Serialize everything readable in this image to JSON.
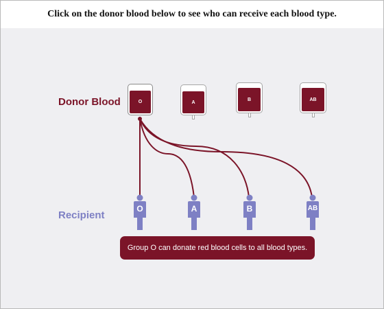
{
  "header": {
    "instruction": "Click on the donor blood below to see who can receive each blood type."
  },
  "labels": {
    "donor": "Donor Blood",
    "recipient": "Recipient"
  },
  "donor_bags": [
    {
      "type": "O",
      "selected": true
    },
    {
      "type": "A",
      "selected": false
    },
    {
      "type": "B",
      "selected": false
    },
    {
      "type": "AB",
      "selected": false
    }
  ],
  "recipients": [
    {
      "type": "O"
    },
    {
      "type": "A"
    },
    {
      "type": "B"
    },
    {
      "type": "AB"
    }
  ],
  "info": {
    "message": "Group O can donate red blood cells to all blood types."
  },
  "colors": {
    "donor": "#7b1428",
    "recipient": "#7e80c4",
    "panel": "#efeff2"
  }
}
